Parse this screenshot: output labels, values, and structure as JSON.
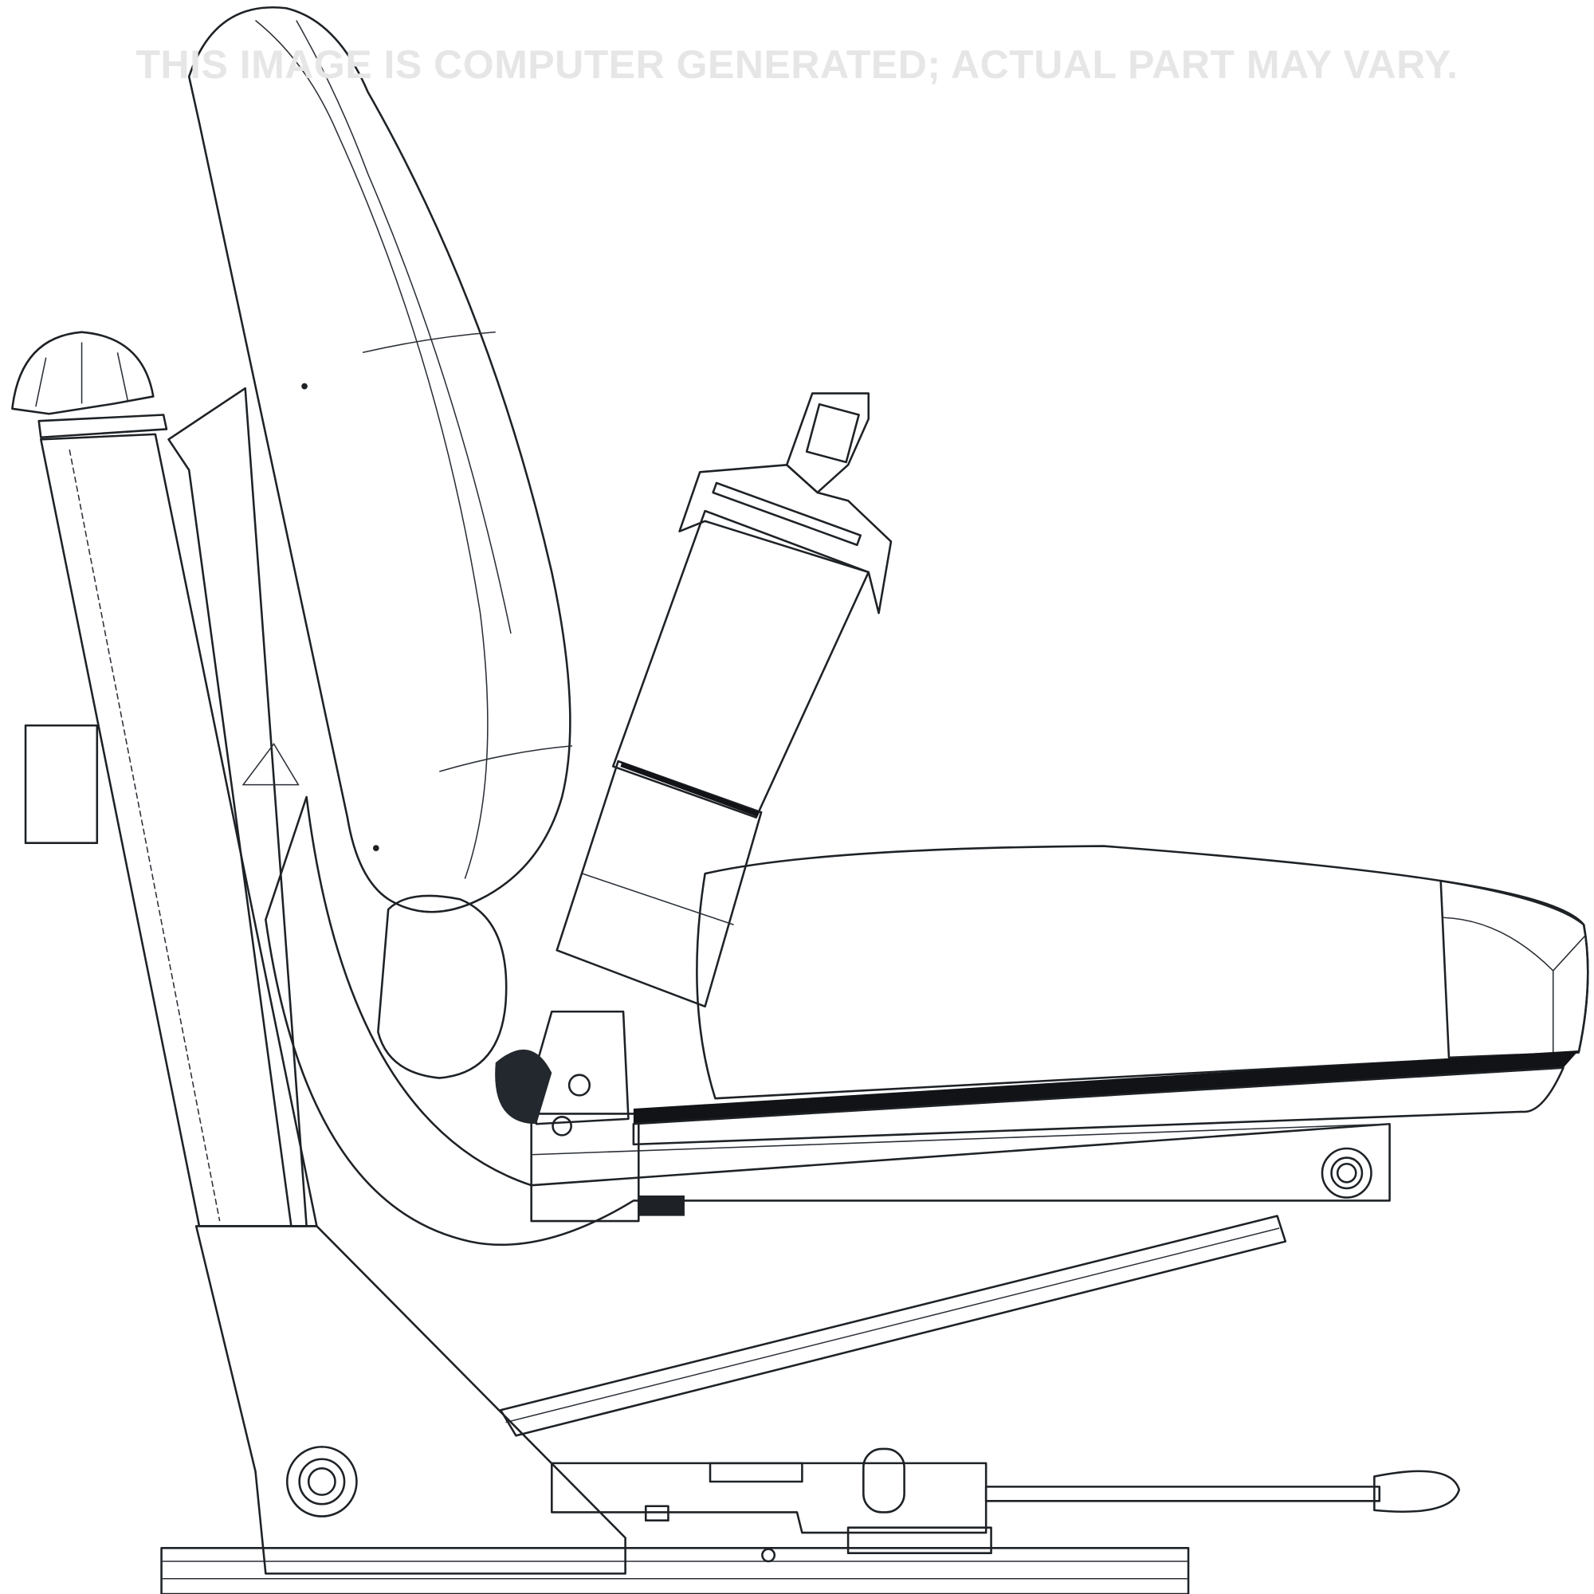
{
  "image": {
    "subject": "Seat with suspension base, seat belt and adjustment lever (CAD render, side view)",
    "watermark": "THIS IMAGE IS COMPUTER GENERATED; ACTUAL PART MAY VARY."
  },
  "colors": {
    "background": "#ffffff",
    "part_fill": "#a0acbb",
    "part_light": "#b4bfcc",
    "part_shadow": "#5f6873",
    "part_dark": "#2a2f36",
    "edge_line": "#1e2226",
    "watermark_text": "#e6e6e6"
  },
  "components": [
    {
      "name": "backrest"
    },
    {
      "name": "seat-cushion"
    },
    {
      "name": "seat-belt-buckle"
    },
    {
      "name": "seat-belt-strap"
    },
    {
      "name": "side-frame"
    },
    {
      "name": "adjustment-knob"
    },
    {
      "name": "suspension-arm"
    },
    {
      "name": "slide-rail"
    },
    {
      "name": "fore-aft-lever"
    }
  ]
}
